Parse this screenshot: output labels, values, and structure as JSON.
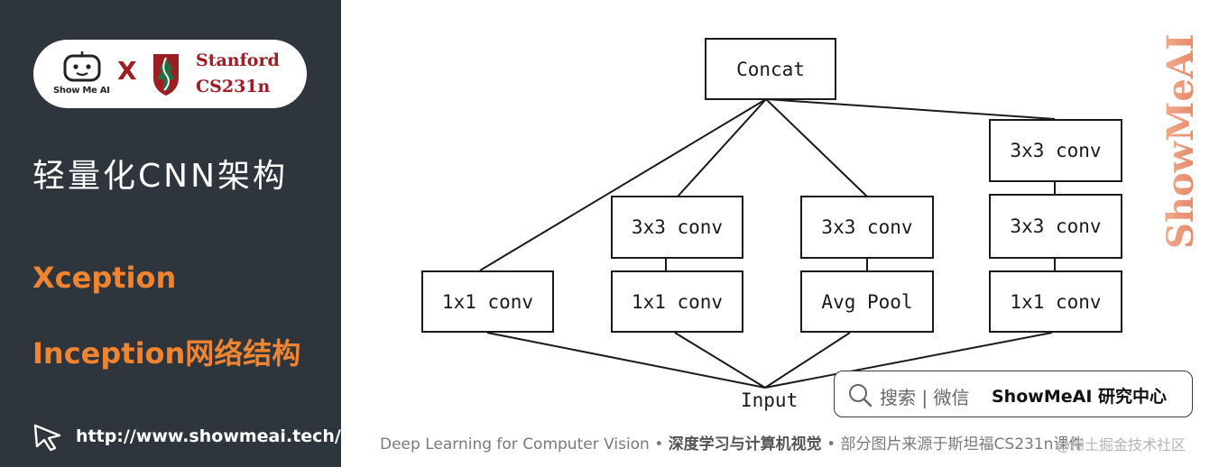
{
  "brand": {
    "robot_caption": "Show Me AI",
    "x_mark": "X",
    "stanford_line1": "Stanford",
    "stanford_line2": "CS231n"
  },
  "sidebar": {
    "title": "轻量化CNN架构",
    "topic1": "Xception",
    "topic2": "Inception网络结构",
    "url": "http://www.showmeai.tech/"
  },
  "diagram": {
    "nodes": {
      "concat": "Concat",
      "conv1x1_a": "1x1  conv",
      "conv3x3_b": "3x3  conv",
      "conv1x1_b": "1x1  conv",
      "conv3x3_c": "3x3  conv",
      "avgpool": "Avg  Pool",
      "conv3x3_d1": "3x3  conv",
      "conv3x3_d2": "3x3  conv",
      "conv1x1_d": "1x1  conv",
      "input": "Input"
    }
  },
  "watermark": {
    "text": "ShowMeAI"
  },
  "search": {
    "placeholder": "搜索 | 微信",
    "brand": "ShowMeAI 研究中心"
  },
  "footer": {
    "part1": "Deep Learning for Computer Vision",
    "sep1": " • ",
    "part2": "深度学习与计算机视觉",
    "sep2": " • ",
    "part3": "部分图片来源于斯坦福CS231n课件"
  },
  "credit": "@稀土掘金技术社区",
  "colors": {
    "sidebar_bg": "#2f353c",
    "accent_orange": "#f08430",
    "stanford_red": "#9c1d22"
  }
}
